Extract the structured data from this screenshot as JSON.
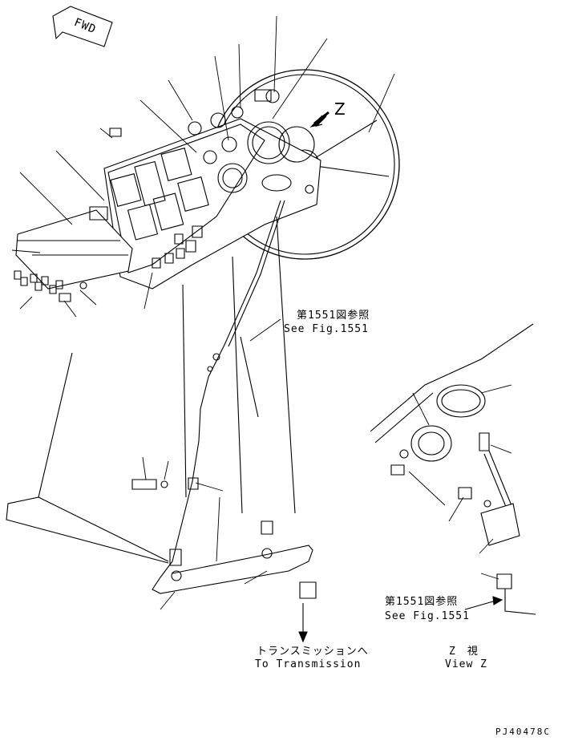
{
  "direction_marker": {
    "text": "FWD"
  },
  "view_marker": {
    "letter": "Z"
  },
  "references": {
    "upper_jp": "第1551図参照",
    "upper_en": "See Fig.1551",
    "lower_jp": "第1551図参照",
    "lower_en": "See Fig.1551"
  },
  "transmission": {
    "jp": "トランスミッションへ",
    "en": "To Transmission"
  },
  "view_z": {
    "jp": "Z　視",
    "en": "View Z"
  },
  "drawing_code": "PJ40478C"
}
